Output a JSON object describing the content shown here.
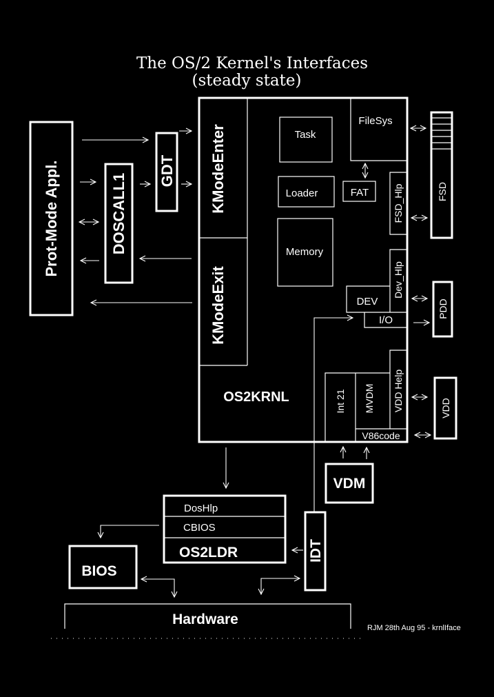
{
  "title": {
    "line1": "The OS/2 Kernel's Interfaces",
    "line2": "(steady state)"
  },
  "colors": {
    "background": "#000000",
    "foreground": "#ffffff"
  },
  "boxes": {
    "prot_mode_appl": "Prot-Mode Appl.",
    "doscall1": "DOSCALL1",
    "gdt": "GDT",
    "kmode_enter": "KModeEnter",
    "kmode_exit": "KModeExit",
    "os2krnl": "OS2KRNL",
    "task": "Task",
    "filesys": "FileSys",
    "loader": "Loader",
    "fat": "FAT",
    "memory": "Memory",
    "fsd_hlp": "FSD_Hlp",
    "dev_hlp": "Dev_Hlp",
    "dev": "DEV",
    "io": "I/O",
    "int21": "Int 21",
    "mvdm": "MVDM",
    "vdd_help": "VDD Help",
    "v86code": "V86code",
    "fsd": "FSD",
    "pdd": "PDD",
    "vdd": "VDD",
    "vdm": "VDM",
    "doshlp": "DosHlp",
    "cbios": "CBIOS",
    "os2ldr": "OS2LDR",
    "idt": "IDT",
    "bios": "BIOS",
    "hardware": "Hardware"
  },
  "footer": {
    "credit": "RJM 28th Aug 95 - krnlIface"
  }
}
